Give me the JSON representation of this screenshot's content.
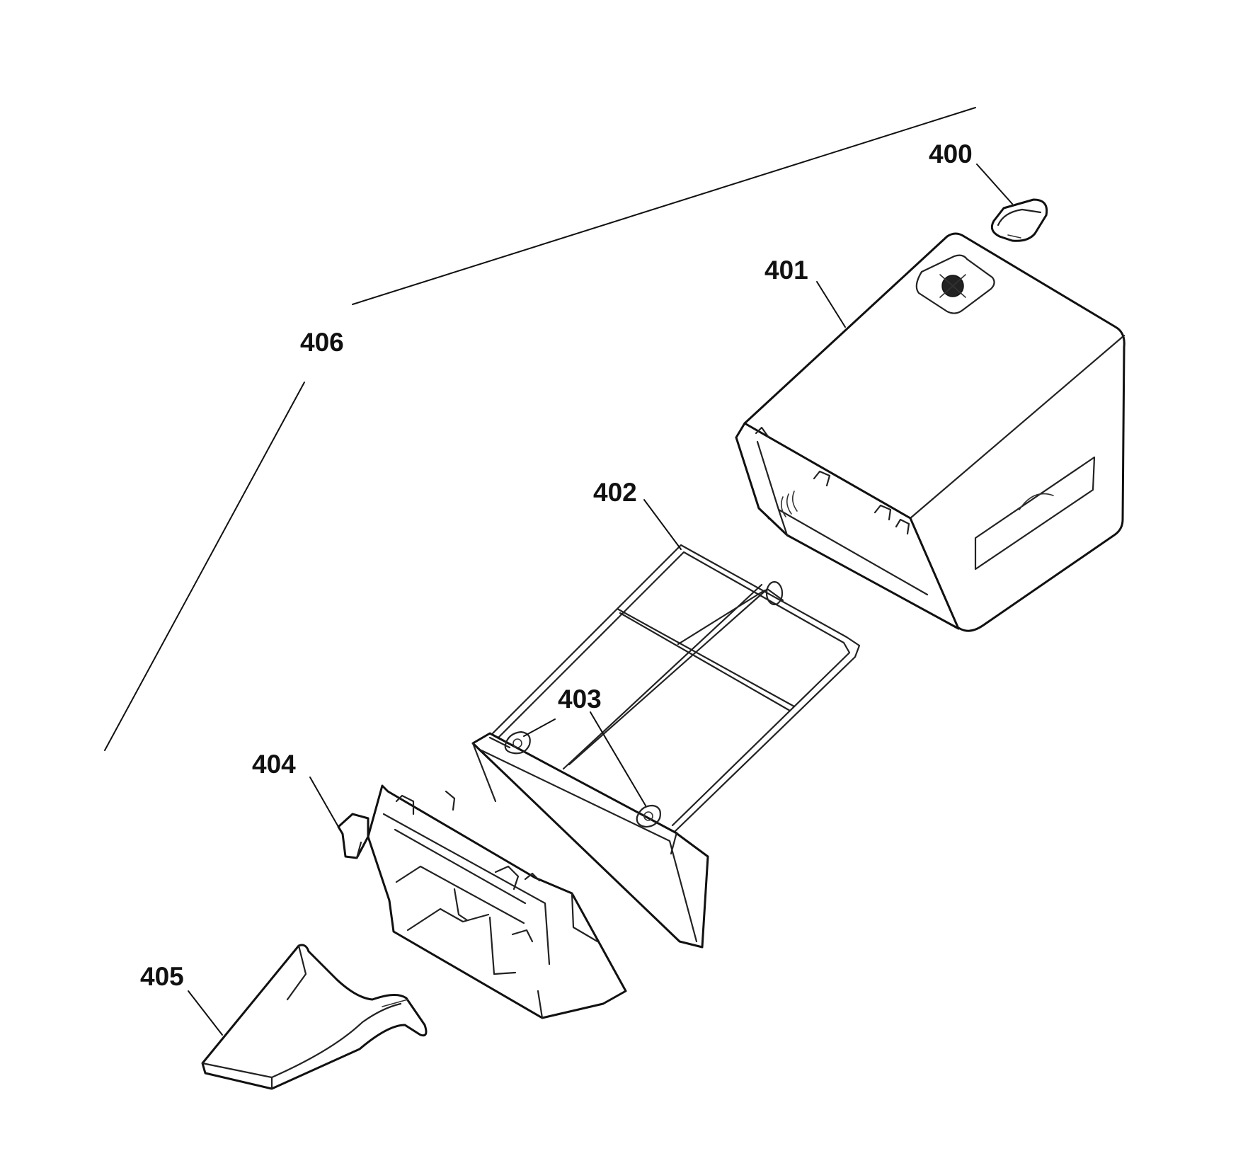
{
  "diagram": {
    "type": "exploded-parts-view",
    "callouts": [
      {
        "id": "400",
        "label": "400",
        "part": "cap"
      },
      {
        "id": "401",
        "label": "401",
        "part": "grass-bag-cover"
      },
      {
        "id": "402",
        "label": "402",
        "part": "bag-frame"
      },
      {
        "id": "403",
        "label": "403",
        "part": "frame-clip"
      },
      {
        "id": "404",
        "label": "404",
        "part": "bag-inlet-frame"
      },
      {
        "id": "405",
        "label": "405",
        "part": "chute-flap"
      },
      {
        "id": "406",
        "label": "406",
        "part": "complete-assembly"
      }
    ]
  }
}
